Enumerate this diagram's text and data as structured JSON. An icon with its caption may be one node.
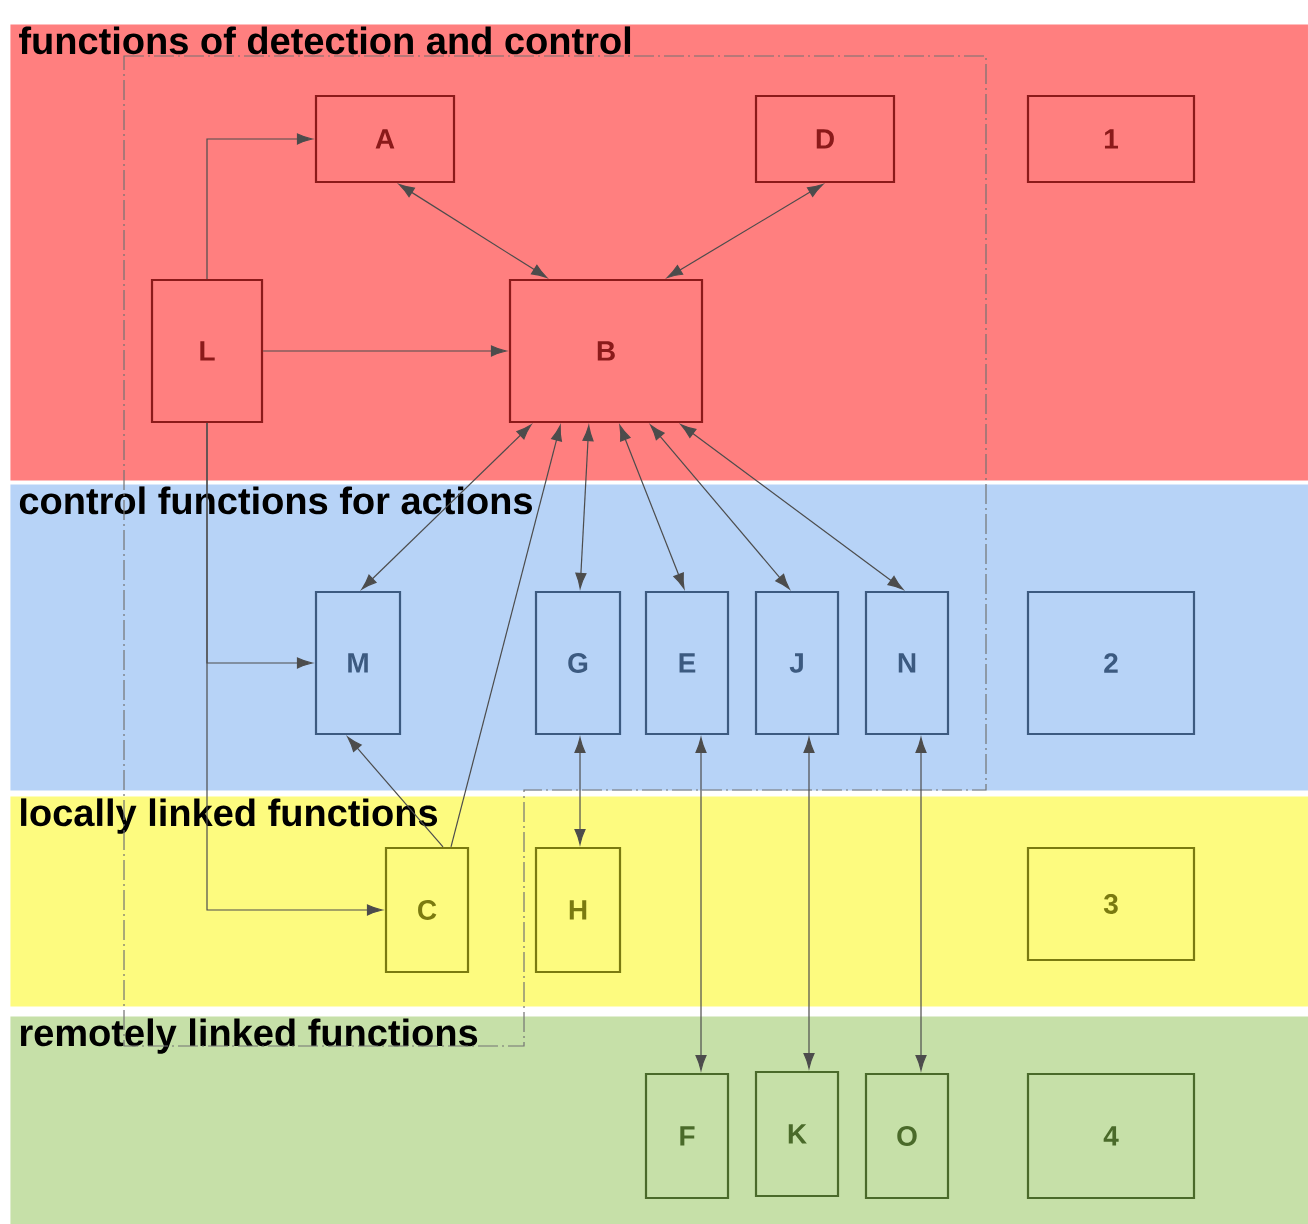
{
  "diagram": {
    "nodes": [
      {
        "text": [
          "functions of detection and control"
        ]
      },
      {
        "text": [
          "A"
        ],
        "in": 0
      },
      {
        "text": [
          "D"
        ],
        "in": 0
      },
      {
        "text": [
          "1"
        ],
        "in": 0
      },
      {
        "text": [
          "L"
        ],
        "in": 0
      },
      {
        "text": [
          "B"
        ],
        "in": 0
      },
      {
        "text": [
          "control functions for actions"
        ]
      },
      {
        "text": [
          "M"
        ],
        "in": 6
      },
      {
        "text": [
          "G"
        ],
        "in": 6
      },
      {
        "text": [
          "E"
        ],
        "in": 6
      },
      {
        "text": [
          "J"
        ],
        "in": 6
      },
      {
        "text": [
          "N"
        ],
        "in": 6
      },
      {
        "text": [
          "2"
        ],
        "in": 6
      },
      {
        "text": [
          "locally linked functions"
        ]
      },
      {
        "text": [
          "C"
        ],
        "in": 13
      },
      {
        "text": [
          "H"
        ],
        "in": 13
      },
      {
        "text": [
          "3"
        ],
        "in": 13
      },
      {
        "text": [
          "remotely linked functions"
        ]
      },
      {
        "text": [
          "F"
        ],
        "in": 17
      },
      {
        "text": [
          "K"
        ],
        "in": 17
      },
      {
        "text": [
          "O"
        ],
        "in": 17
      },
      {
        "text": [
          "4"
        ],
        "in": 17
      }
    ],
    "edges": [
      {
        "from": 4,
        "to": 1,
        "arrow": "to"
      },
      {
        "from": 4,
        "to": 5,
        "arrow": "to"
      },
      {
        "from": 4,
        "to": 7,
        "arrow": "to"
      },
      {
        "from": 4,
        "to": 14,
        "arrow": "to"
      },
      {
        "from": 1,
        "to": 5,
        "arrow": "both"
      },
      {
        "from": 2,
        "to": 5,
        "arrow": "both"
      },
      {
        "from": 7,
        "to": 5,
        "arrow": "both"
      },
      {
        "from": 8,
        "to": 5,
        "arrow": "both"
      },
      {
        "from": 9,
        "to": 5,
        "arrow": "both"
      },
      {
        "from": 10,
        "to": 5,
        "arrow": "both"
      },
      {
        "from": 11,
        "to": 5,
        "arrow": "both"
      },
      {
        "from": 14,
        "to": 5,
        "arrow": "to"
      },
      {
        "from": 14,
        "to": 7,
        "arrow": "to"
      },
      {
        "from": 15,
        "to": 8,
        "arrow": "both"
      },
      {
        "from": 9,
        "to": 18,
        "arrow": "both"
      },
      {
        "from": 10,
        "to": 19,
        "arrow": "both"
      },
      {
        "from": 11,
        "to": 20,
        "arrow": "both"
      }
    ]
  }
}
